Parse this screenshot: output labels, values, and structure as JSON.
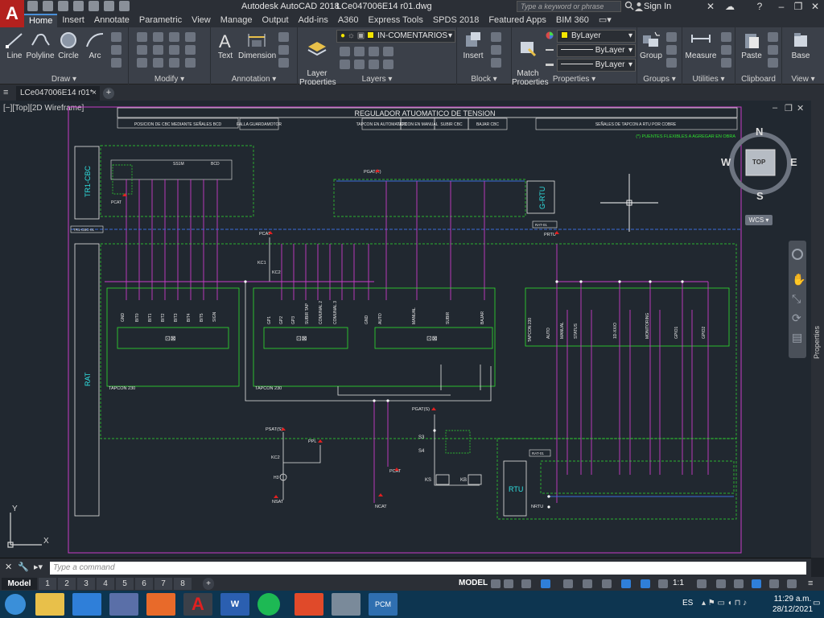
{
  "window": {
    "app_title": "Autodesk AutoCAD 2018",
    "file_title": "LCe047006E14 r01.dwg",
    "search_placeholder": "Type a keyword or phrase",
    "sign_in": "Sign In"
  },
  "tabs": [
    "Home",
    "Insert",
    "Annotate",
    "Parametric",
    "View",
    "Manage",
    "Output",
    "Add-ins",
    "A360",
    "Express Tools",
    "SPDS 2018",
    "Featured Apps",
    "BIM 360"
  ],
  "ribbon": {
    "draw": {
      "label": "Draw ▾",
      "line": "Line",
      "polyline": "Polyline",
      "circle": "Circle",
      "arc": "Arc"
    },
    "modify": {
      "label": "Modify ▾"
    },
    "annotation": {
      "label": "Annotation ▾",
      "text": "Text",
      "dimension": "Dimension"
    },
    "layers": {
      "label": "Layers ▾",
      "layer_properties": "Layer\nProperties",
      "current_layer": "IN-COMENTARIOS"
    },
    "block": {
      "label": "Block ▾",
      "insert": "Insert"
    },
    "properties": {
      "label": "Properties ▾",
      "match": "Match\nProperties",
      "color": "ByLayer",
      "linetype": "ByLayer",
      "lineweight": "ByLayer"
    },
    "groups": {
      "label": "Groups ▾",
      "group": "Group"
    },
    "utilities": {
      "label": "Utilities ▾",
      "measure": "Measure"
    },
    "clipboard": {
      "label": "Clipboard",
      "paste": "Paste"
    },
    "view": {
      "label": "View ▾",
      "base": "Base"
    }
  },
  "document_tab": "LCe047006E14 r01*",
  "viewport_label": "[−][Top][2D Wireframe]",
  "viewcube": {
    "n": "N",
    "s": "S",
    "e": "E",
    "w": "W",
    "top": "TOP",
    "wcs": "WCS"
  },
  "properties_panel": "Properties",
  "drawing": {
    "title": "REGULADOR ATUOMATICO DE TENSION",
    "header_cells": [
      "POSICION DE CBC MEDIANTE SEÑALES BCD",
      "FALLA\nGUARDAMOTOR",
      "TAPCON EN\nAUTOMATICO",
      "TAPCON EN\nMANUAL",
      "SUBIR CBC",
      "BAJAR CBC",
      "SEÑALES DE TAPCON A RTU POR COBRE"
    ],
    "note": "(*) PUENTES FLEXIBLES A AGREGAR EN OBRA",
    "labels": {
      "tr1": "TR1-CBC",
      "rat": "RAT",
      "grtu": "G-RTU",
      "rtu": "RTU",
      "tapcon1": "TAPCON 230",
      "tapcon2": "TAPCON 230",
      "tapcon3": "TAPCON 230",
      "pgat_t": "PGAT(T)",
      "pgat_s": "PGAT(S)",
      "psat_s": "PSAT(S)",
      "pcat": "PCAT",
      "prtu": "PRTU",
      "ncat": "NCAT",
      "nsat": "NSAT",
      "nrtu": "NRTU",
      "ks": "KS",
      "kb": "KB",
      "kc1": "KC1",
      "kc2": "KC2",
      "s3": "S3",
      "s4": "S4",
      "h3": "H3",
      "ppl": "PPL",
      "tr1_cbc": "TR1-CBC-01",
      "rat_01": "RAT-01",
      "ss1m": "SS1M",
      "bcd": "BCD"
    },
    "tapcon1_terms": [
      "GND",
      "BIT0",
      "BIT1",
      "BIT2",
      "BIT3",
      "BIT4",
      "BIT5",
      "SIGN"
    ],
    "tapcon2_terms": [
      "GP1",
      "GP2",
      "GP3",
      "SUBIR TAP",
      "COMUNAL 2",
      "COMUNAL 3",
      "GND"
    ],
    "tapcon3_terms": [
      "AUTO",
      "MANUAL",
      "SUBIR",
      "BAJAR"
    ],
    "rtu_terms": [
      "AUTO",
      "MANUAL",
      "STATUS",
      "1D-XX/O",
      "MONITORING",
      "GPIO1",
      "GPIO2"
    ]
  },
  "command": {
    "placeholder": "Type a command"
  },
  "layout_tabs": [
    "Model",
    "1",
    "2",
    "3",
    "4",
    "5",
    "6",
    "7",
    "8"
  ],
  "status": {
    "model": "MODEL",
    "scale": "1:1"
  },
  "taskbar": {
    "lang": "ES",
    "time": "11:29 a.m.",
    "date": "28/12/2021"
  }
}
